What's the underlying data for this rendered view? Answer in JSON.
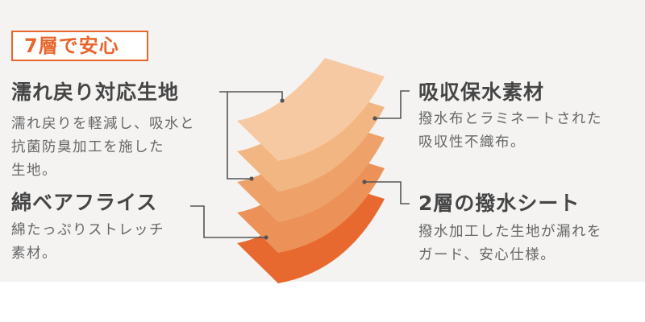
{
  "badge": "7層で安心",
  "left": [
    {
      "title": "濡れ戻り対応生地",
      "desc": [
        "濡れ戻りを軽減し、吸水と",
        "抗菌防臭加工を施した",
        "生地。"
      ]
    },
    {
      "title": "綿ベアフライス",
      "desc": [
        "綿たっぷりストレッチ",
        "素材。"
      ]
    }
  ],
  "right": [
    {
      "title": "吸収保水素材",
      "desc": [
        "撥水布とラミネートされた",
        "吸収性不織布。"
      ]
    },
    {
      "title": "2層の撥水シート",
      "desc": [
        "撥水加工した生地が漏れを",
        "ガード、安心仕様。"
      ]
    }
  ],
  "colors": {
    "accent": "#e8662c",
    "layers": [
      "#f6c9a2",
      "#f2b683",
      "#eea26a",
      "#ec9258",
      "#e8692f"
    ]
  }
}
